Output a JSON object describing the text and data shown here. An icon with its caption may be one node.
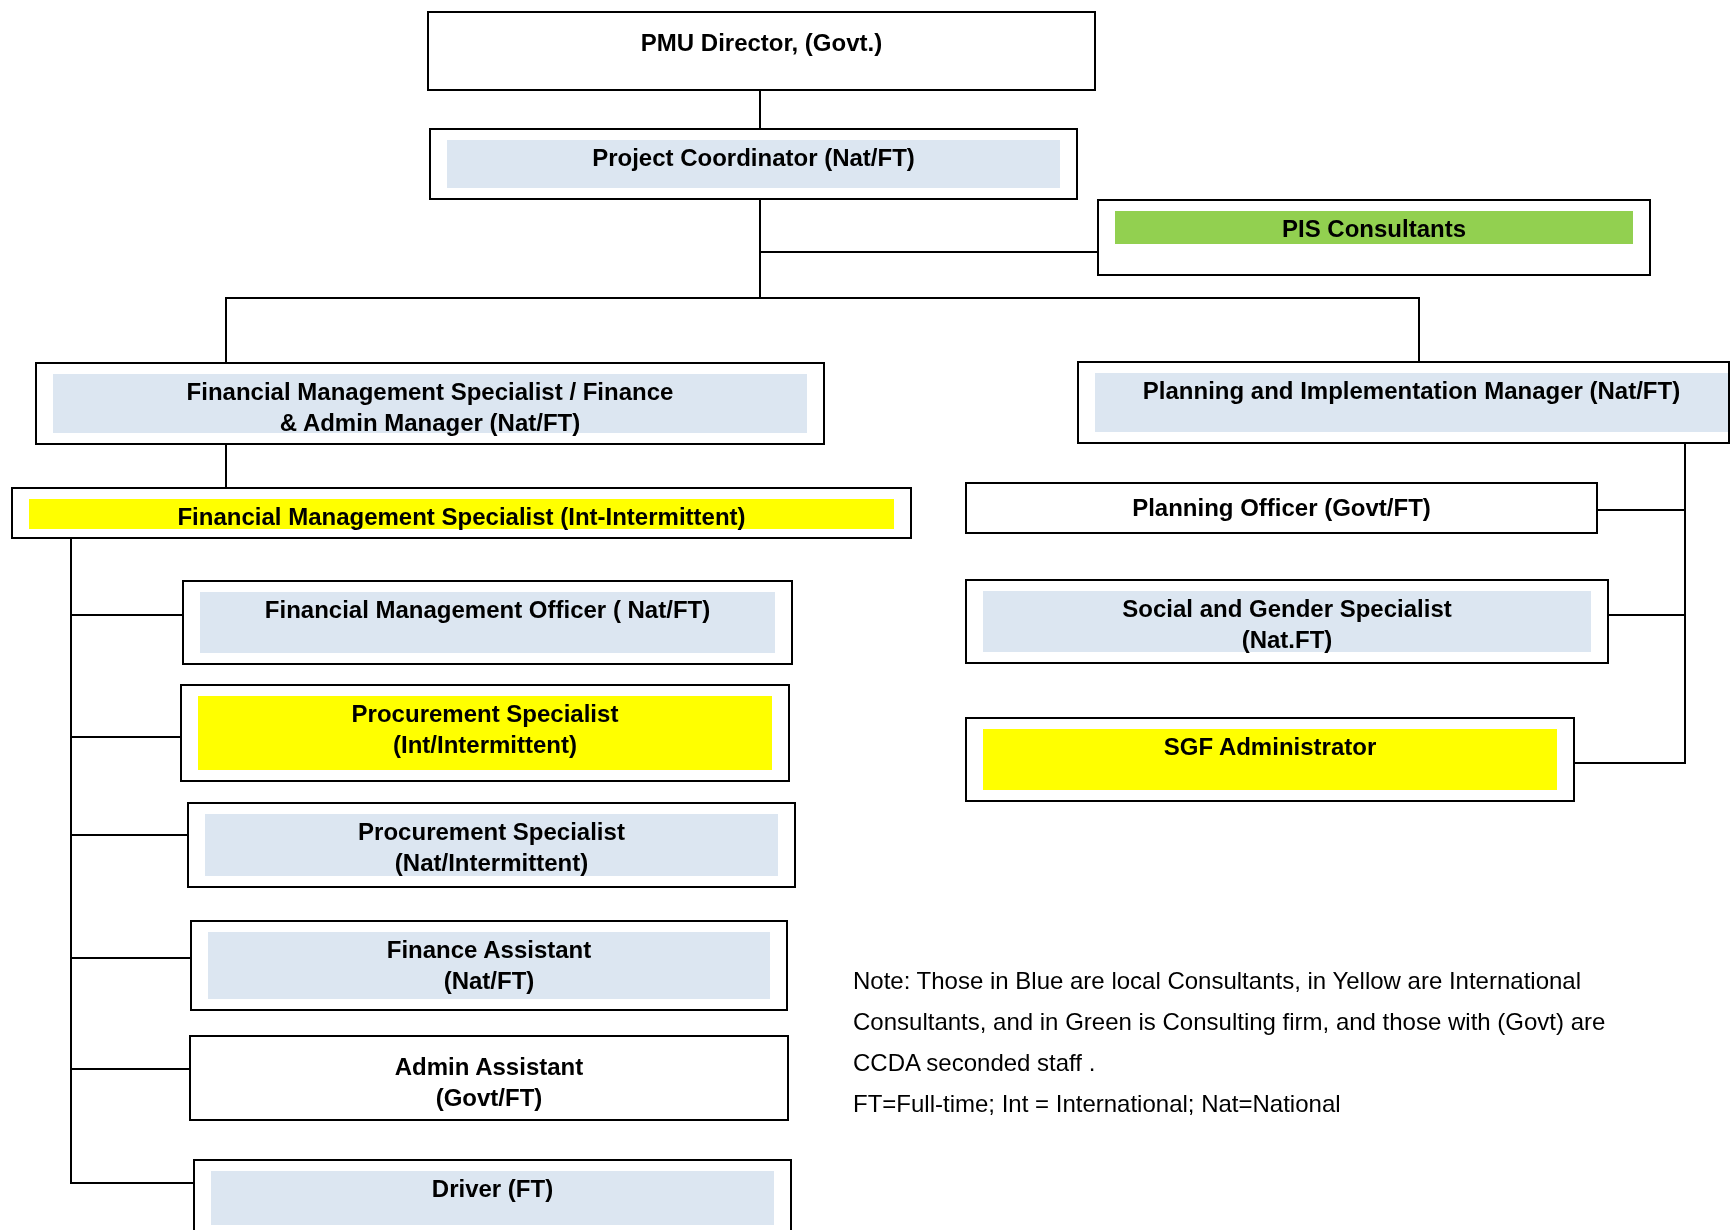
{
  "diagram": {
    "nodes": [
      {
        "text": [
          "PMU Director, (Govt.)"
        ]
      },
      {
        "text": [
          "Project Coordinator (Nat/FT)"
        ]
      },
      {
        "text": [
          "PIS Consultants"
        ]
      },
      {
        "text": [
          "Financial Management Specialist / Finance & Admin Manager (Nat/FT)"
        ]
      },
      {
        "text": [
          "Planning and Implementation Manager (Nat/FT)"
        ]
      },
      {
        "text": [
          "Financial Management Specialist (Int-Intermittent)"
        ]
      },
      {
        "text": [
          "Planning Officer  (Govt/FT)"
        ]
      },
      {
        "text": [
          "Social and Gender Specialist (Nat.FT)"
        ]
      },
      {
        "text": [
          "SGF Administrator"
        ]
      },
      {
        "text": [
          "Financial Management Officer ( Nat/FT)"
        ]
      },
      {
        "text": [
          "Procurement Specialist (Int/Intermittent)"
        ]
      },
      {
        "text": [
          "Procurement Specialist (Nat/Intermittent)"
        ]
      },
      {
        "text": [
          "Finance Assistant (Nat/FT)"
        ]
      },
      {
        "text": [
          "Admin Assistant (Govt/FT)"
        ]
      },
      {
        "text": [
          "Driver (FT)"
        ]
      }
    ],
    "edges": [
      {
        "from": 0,
        "to": 1,
        "arrow": "none"
      },
      {
        "from": 1,
        "to": 2,
        "arrow": "none"
      },
      {
        "from": 1,
        "to": 3,
        "arrow": "none"
      },
      {
        "from": 1,
        "to": 4,
        "arrow": "none"
      },
      {
        "from": 3,
        "to": 5,
        "arrow": "none"
      },
      {
        "from": 5,
        "to": 9,
        "arrow": "none"
      },
      {
        "from": 5,
        "to": 10,
        "arrow": "none"
      },
      {
        "from": 5,
        "to": 11,
        "arrow": "none"
      },
      {
        "from": 5,
        "to": 12,
        "arrow": "none"
      },
      {
        "from": 5,
        "to": 13,
        "arrow": "none"
      },
      {
        "from": 5,
        "to": 14,
        "arrow": "none"
      },
      {
        "from": 4,
        "to": 6,
        "arrow": "none"
      },
      {
        "from": 4,
        "to": 7,
        "arrow": "none"
      },
      {
        "from": 4,
        "to": 8,
        "arrow": "none"
      }
    ],
    "labels": [
      "Note: Those in Blue are local Consultants, in Yellow are International Consultants, and in Green is Consulting firm, and those with (Govt) are CCDA seconded staff .",
      "FT=Full-time; Int = International; Nat=National"
    ]
  }
}
